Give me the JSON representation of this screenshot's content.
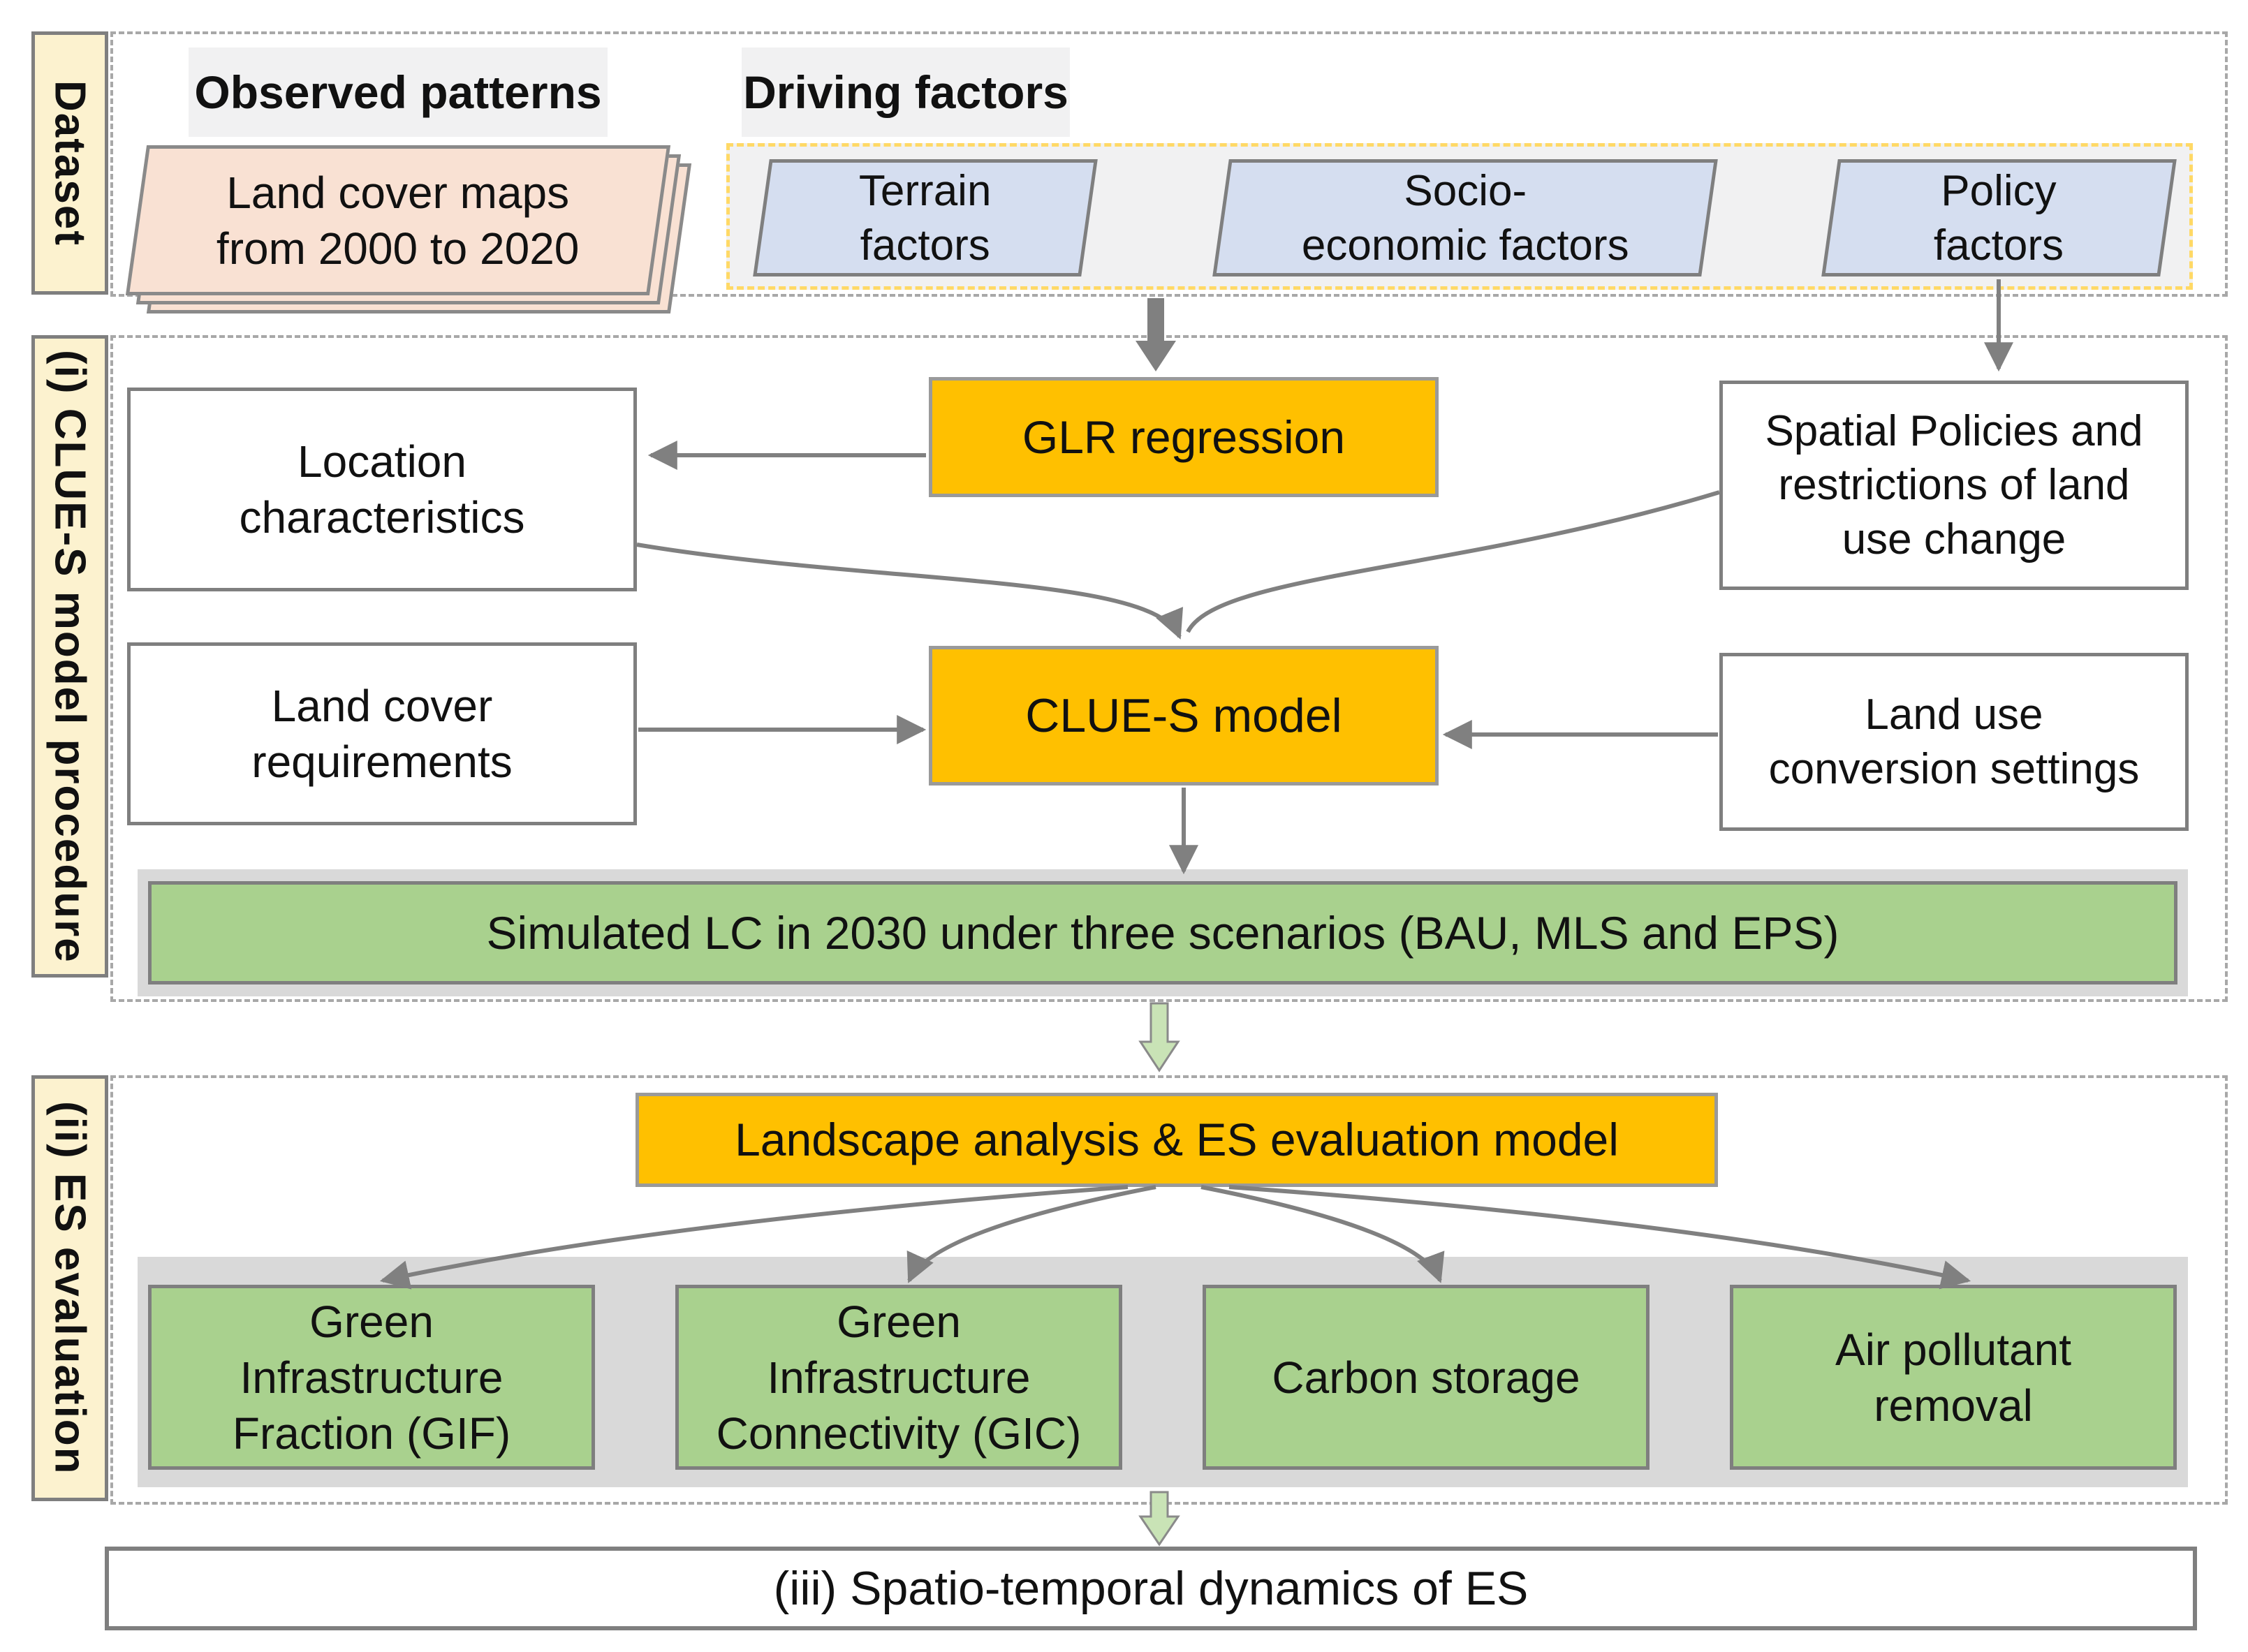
{
  "colors": {
    "accent_orange": "#ffc000",
    "node_green": "#a9d18e",
    "arrow_green_fill": "#c9e3b6",
    "factor_blue": "#d5def0",
    "maps_peach": "#f9e1d3",
    "label_cream": "#fcf2cf",
    "panel_gray": "#d9d9d9",
    "header_gray": "#f1f1f2",
    "dashed_yellow": "#ffd966",
    "arrow_gray": "#808080"
  },
  "dataset": {
    "label": "Dataset",
    "observed_header": "Observed patterns",
    "driving_header": "Driving factors",
    "land_cover_maps": "Land cover maps\nfrom 2000 to 2020",
    "factors": [
      {
        "label": "Terrain\nfactors"
      },
      {
        "label": "Socio-\neconomic factors"
      },
      {
        "label": "Policy\nfactors"
      }
    ]
  },
  "clues": {
    "label": "(i) CLUE-S model procedure",
    "location_box": "Location\ncharacteristics",
    "glr_box": "GLR regression",
    "spatial_box": "Spatial Policies and\nrestrictions of land\nuse change",
    "landcover_box": "Land cover\nrequirements",
    "model_box": "CLUE-S model",
    "landuse_box": "Land use\nconversion settings",
    "result_bar": "Simulated LC in 2030 under three scenarios (BAU, MLS and EPS)"
  },
  "es": {
    "label": "(ii) ES evaluation",
    "model_box": "Landscape analysis & ES evaluation model",
    "outputs": [
      {
        "label": "Green\nInfrastructure\nFraction (GIF)"
      },
      {
        "label": "Green\nInfrastructure\nConnectivity (GIC)"
      },
      {
        "label": "Carbon storage"
      },
      {
        "label": "Air pollutant\nremoval"
      }
    ]
  },
  "result": {
    "label": "(iii) Spatio-temporal dynamics of ES"
  }
}
